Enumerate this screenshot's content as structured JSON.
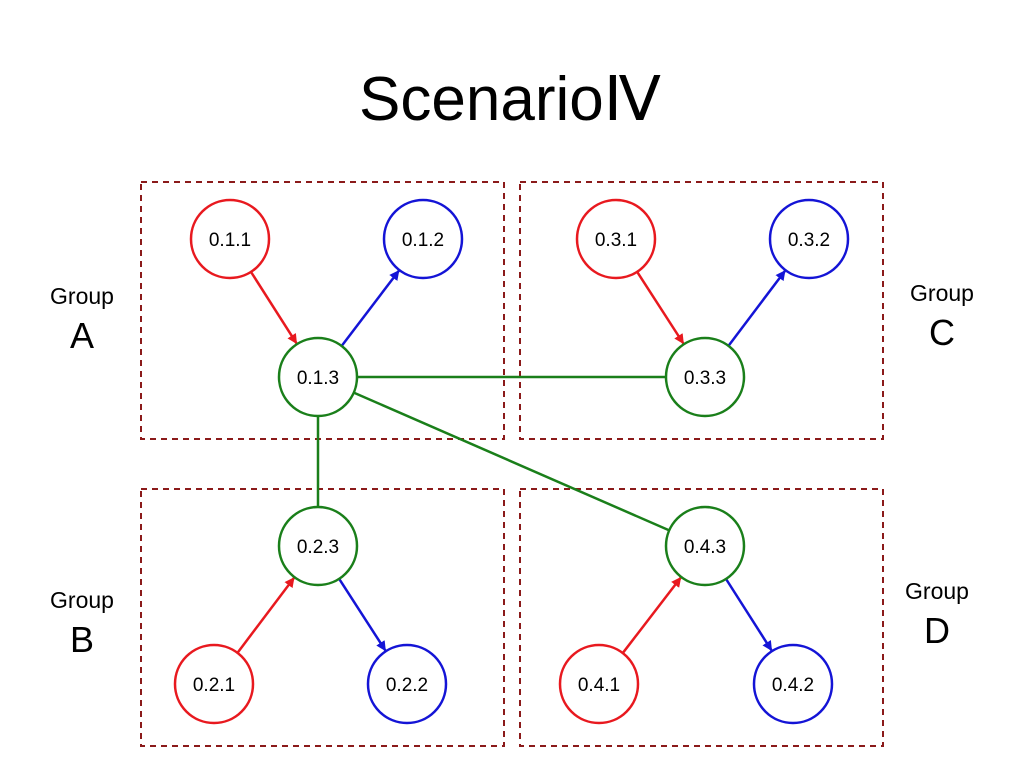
{
  "title": "ScenarioⅣ",
  "colors": {
    "source": "#e8191f",
    "sink": "#1414d6",
    "hub": "#1a7f1a",
    "group_border": "#8b1a1a"
  },
  "groups": [
    {
      "id": "A",
      "word": "Group",
      "letter": "A"
    },
    {
      "id": "B",
      "word": "Group",
      "letter": "B"
    },
    {
      "id": "C",
      "word": "Group",
      "letter": "C"
    },
    {
      "id": "D",
      "word": "Group",
      "letter": "D"
    }
  ],
  "nodes": [
    {
      "id": "0.1.1",
      "label": "0.1.1",
      "group": "A",
      "role": "source"
    },
    {
      "id": "0.1.2",
      "label": "0.1.2",
      "group": "A",
      "role": "sink"
    },
    {
      "id": "0.1.3",
      "label": "0.1.3",
      "group": "A",
      "role": "hub"
    },
    {
      "id": "0.2.1",
      "label": "0.2.1",
      "group": "B",
      "role": "source"
    },
    {
      "id": "0.2.2",
      "label": "0.2.2",
      "group": "B",
      "role": "sink"
    },
    {
      "id": "0.2.3",
      "label": "0.2.3",
      "group": "B",
      "role": "hub"
    },
    {
      "id": "0.3.1",
      "label": "0.3.1",
      "group": "C",
      "role": "source"
    },
    {
      "id": "0.3.2",
      "label": "0.3.2",
      "group": "C",
      "role": "sink"
    },
    {
      "id": "0.3.3",
      "label": "0.3.3",
      "group": "C",
      "role": "hub"
    },
    {
      "id": "0.4.1",
      "label": "0.4.1",
      "group": "D",
      "role": "source"
    },
    {
      "id": "0.4.2",
      "label": "0.4.2",
      "group": "D",
      "role": "sink"
    },
    {
      "id": "0.4.3",
      "label": "0.4.3",
      "group": "D",
      "role": "hub"
    }
  ],
  "edges": [
    {
      "from": "0.1.1",
      "to": "0.1.3",
      "color": "source",
      "arrow": true
    },
    {
      "from": "0.1.3",
      "to": "0.1.2",
      "color": "sink",
      "arrow": true
    },
    {
      "from": "0.2.1",
      "to": "0.2.3",
      "color": "source",
      "arrow": true
    },
    {
      "from": "0.2.3",
      "to": "0.2.2",
      "color": "sink",
      "arrow": true
    },
    {
      "from": "0.3.1",
      "to": "0.3.3",
      "color": "source",
      "arrow": true
    },
    {
      "from": "0.3.3",
      "to": "0.3.2",
      "color": "sink",
      "arrow": true
    },
    {
      "from": "0.4.1",
      "to": "0.4.3",
      "color": "source",
      "arrow": true
    },
    {
      "from": "0.4.3",
      "to": "0.4.2",
      "color": "sink",
      "arrow": true
    },
    {
      "from": "0.1.3",
      "to": "0.3.3",
      "color": "hub",
      "arrow": false
    },
    {
      "from": "0.1.3",
      "to": "0.2.3",
      "color": "hub",
      "arrow": false
    },
    {
      "from": "0.1.3",
      "to": "0.4.3",
      "color": "hub",
      "arrow": false
    }
  ]
}
